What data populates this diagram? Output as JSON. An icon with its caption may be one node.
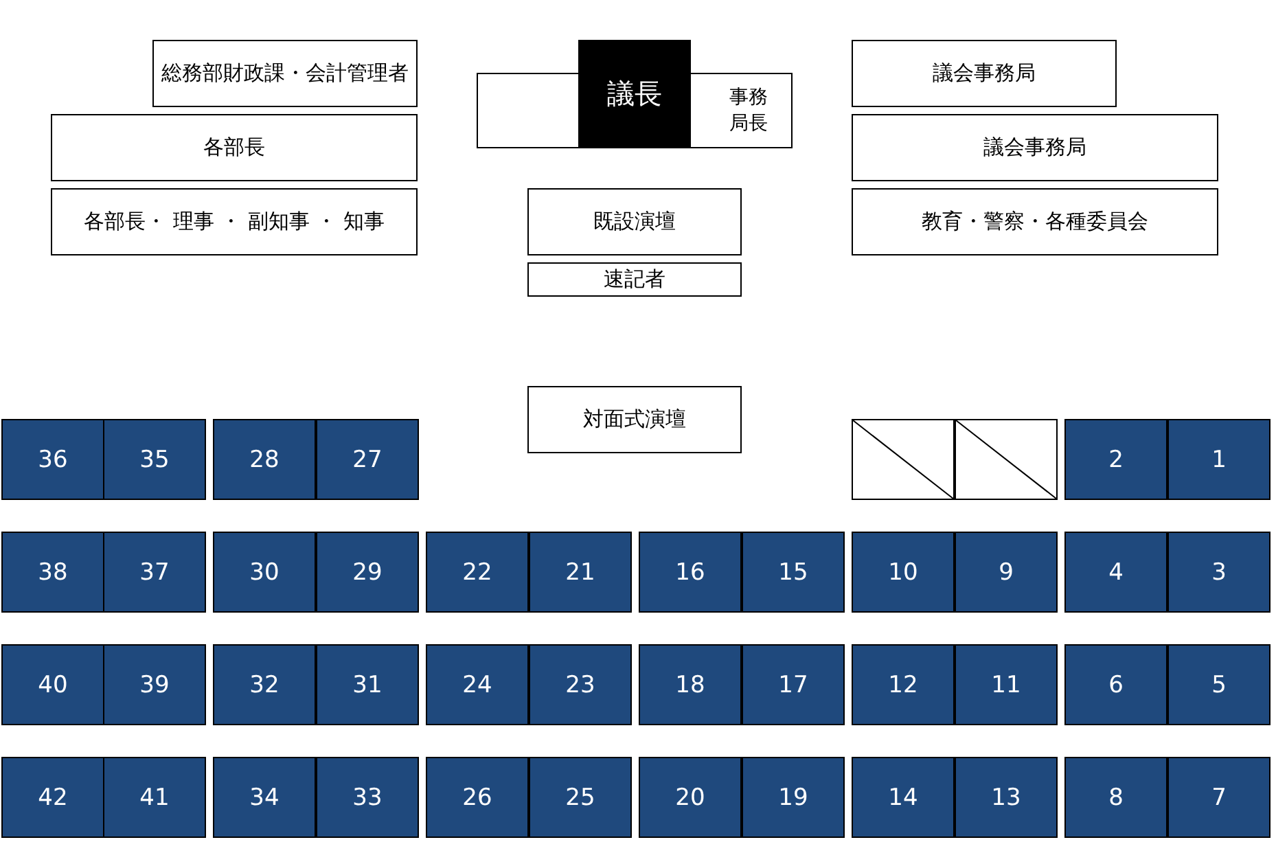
{
  "diagram": {
    "nodes": [
      {
        "text": [
          "総務部財政課・会計管理者"
        ]
      },
      {
        "text": [
          "事務局長"
        ]
      },
      {
        "text": [
          "議長"
        ]
      },
      {
        "text": [
          "議会事務局"
        ]
      },
      {
        "text": [
          "各部長"
        ]
      },
      {
        "text": [
          "議会事務局"
        ]
      },
      {
        "text": [
          "各部長・ 理事 ・ 副知事 ・ 知事"
        ]
      },
      {
        "text": [
          "既設演壇"
        ]
      },
      {
        "text": [
          "教育・警察・各種委員会"
        ]
      },
      {
        "text": [
          "速記者"
        ]
      },
      {
        "text": [
          "対面式演壇"
        ]
      },
      {
        "text": [
          "36"
        ]
      },
      {
        "text": [
          "35"
        ]
      },
      {
        "text": [
          "28"
        ]
      },
      {
        "text": [
          "27"
        ]
      },
      {
        "text": [],
        "shape": "box"
      },
      {
        "text": [],
        "shape": "box"
      },
      {
        "text": [
          "2"
        ]
      },
      {
        "text": [
          "1"
        ]
      },
      {
        "text": [
          "38"
        ]
      },
      {
        "text": [
          "37"
        ]
      },
      {
        "text": [
          "30"
        ]
      },
      {
        "text": [
          "29"
        ]
      },
      {
        "text": [
          "22"
        ]
      },
      {
        "text": [
          "21"
        ]
      },
      {
        "text": [
          "16"
        ]
      },
      {
        "text": [
          "15"
        ]
      },
      {
        "text": [
          "10"
        ]
      },
      {
        "text": [
          "9"
        ]
      },
      {
        "text": [
          "4"
        ]
      },
      {
        "text": [
          "3"
        ]
      },
      {
        "text": [
          "40"
        ]
      },
      {
        "text": [
          "39"
        ]
      },
      {
        "text": [
          "32"
        ]
      },
      {
        "text": [
          "31"
        ]
      },
      {
        "text": [
          "24"
        ]
      },
      {
        "text": [
          "23"
        ]
      },
      {
        "text": [
          "18"
        ]
      },
      {
        "text": [
          "17"
        ]
      },
      {
        "text": [
          "12"
        ]
      },
      {
        "text": [
          "11"
        ]
      },
      {
        "text": [
          "6"
        ]
      },
      {
        "text": [
          "5"
        ]
      },
      {
        "text": [
          "42"
        ]
      },
      {
        "text": [
          "41"
        ]
      },
      {
        "text": [
          "34"
        ]
      },
      {
        "text": [
          "33"
        ]
      },
      {
        "text": [
          "26"
        ]
      },
      {
        "text": [
          "25"
        ]
      },
      {
        "text": [
          "20"
        ]
      },
      {
        "text": [
          "19"
        ]
      },
      {
        "text": [
          "14"
        ]
      },
      {
        "text": [
          "13"
        ]
      },
      {
        "text": [
          "8"
        ]
      },
      {
        "text": [
          "7"
        ]
      }
    ]
  }
}
